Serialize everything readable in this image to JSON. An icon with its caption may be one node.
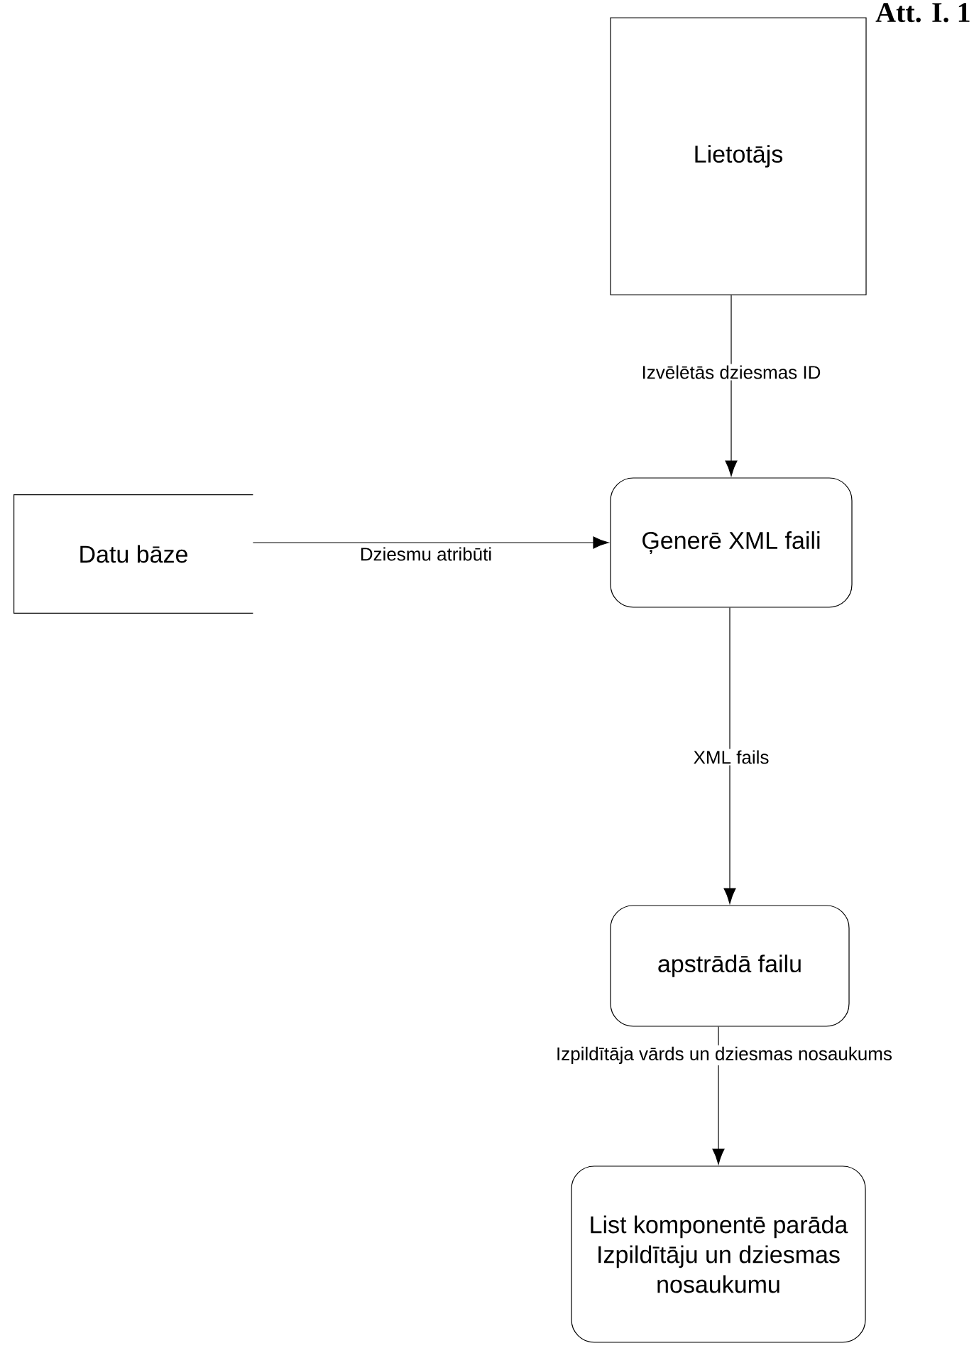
{
  "diagram": {
    "nodes": [
      {
        "text": [
          "Lietotājs"
        ]
      },
      {
        "text": [
          "Ģenerē XML faili"
        ]
      },
      {
        "text": [
          "Datu bāze"
        ]
      },
      {
        "text": [
          "apstrādā failu"
        ]
      },
      {
        "text": [
          "List komponentē parāda Izpildītāju un dziesmas nosaukumu"
        ]
      }
    ],
    "edges": [
      {
        "from": 0,
        "to": 1,
        "arrow": "to",
        "label": "Izvēlētās dziesmas ID"
      },
      {
        "from": 2,
        "to": 1,
        "arrow": "to",
        "label": "Dziesmu atribūti"
      },
      {
        "from": 1,
        "to": 3,
        "arrow": "to",
        "label": "XML fails"
      },
      {
        "from": 3,
        "to": 4,
        "arrow": "to",
        "label": "Izpildītāja vārds un dziesmas nosaukums"
      }
    ],
    "labels": [
      "Att. I. 1"
    ]
  }
}
